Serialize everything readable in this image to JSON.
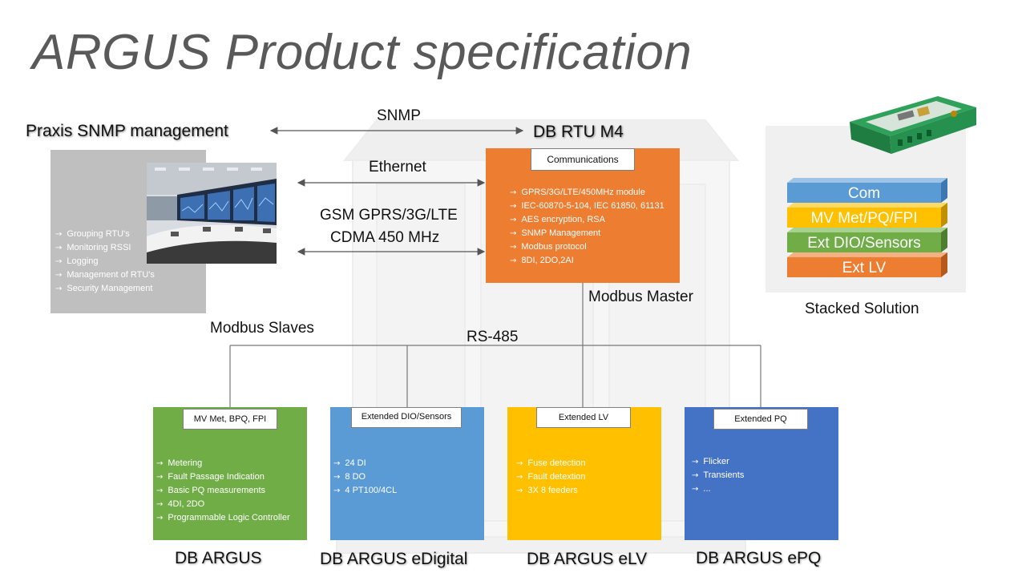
{
  "title": "ARGUS Product specification",
  "management": {
    "heading": "Praxis  SNMP management",
    "items": [
      "Grouping RTU's",
      "Monitoring RSSI",
      "Logging",
      "Management  of RTU's",
      "Security Management"
    ]
  },
  "links": {
    "snmp": "SNMP",
    "ethernet": "Ethernet",
    "gsm_line1": "GSM GPRS/3G/LTE",
    "gsm_line2": "CDMA 450 MHz"
  },
  "rtu": {
    "heading": "DB RTU M4",
    "tab": "Communications",
    "items": [
      "GPRS/3G/LTE/450MHz  module",
      "IEC-60870-5-104, IEC 61850, 61131",
      "AES encryption, RSA",
      "SNMP Management",
      "Modbus protocol",
      "8DI, 2DO,2AI"
    ],
    "role": "Modbus Master"
  },
  "stacked": {
    "layers": [
      "Com",
      "MV Met/PQ/FPI",
      "Ext DIO/Sensors",
      "Ext LV"
    ],
    "caption": "Stacked Solution"
  },
  "bus": {
    "slaves_label": "Modbus Slaves",
    "name": "RS-485"
  },
  "modules": [
    {
      "tab": "MV Met,  BPQ, FPI",
      "items": [
        "Metering",
        "Fault Passage Indication",
        "Basic PQ measurements",
        "4DI, 2DO",
        "Programmable Logic Controller"
      ],
      "name": "DB ARGUS",
      "color": "#70ad47"
    },
    {
      "tab": "Extended DIO/Sensors",
      "items": [
        "24 DI",
        "8 DO",
        "4 PT100/4CL"
      ],
      "name": "DB ARGUS eDigital",
      "color": "#5b9bd5"
    },
    {
      "tab": "Extended  LV",
      "items": [
        "Fuse detection",
        "Fault detextion",
        "3X 8 feeders"
      ],
      "name": "DB ARGUS eLV",
      "color": "#ffc000"
    },
    {
      "tab": "Extended  PQ",
      "items": [
        "Flicker",
        "Transients",
        "..."
      ],
      "name": "DB ARGUS ePQ",
      "color": "#4472c4"
    }
  ],
  "colors": {
    "orange": "#ed7d31",
    "green": "#70ad47",
    "light_blue": "#5b9bd5",
    "gold": "#ffc000",
    "blue": "#4472c4",
    "gray_panel": "#bfbfbf"
  },
  "icons": {
    "bullet": "arrow-right-icon"
  }
}
